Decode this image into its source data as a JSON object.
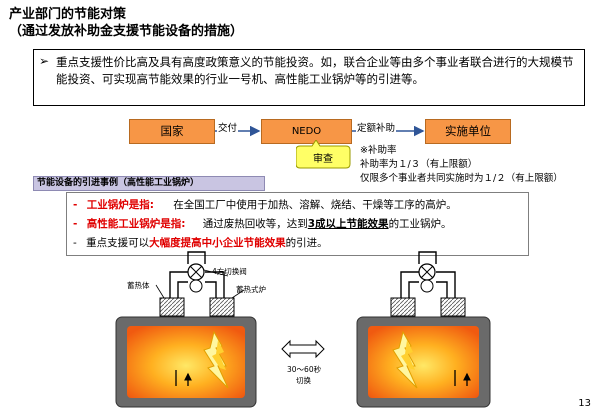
{
  "heading": {
    "title": "产业部门的节能对策",
    "subtitle": "（通过发放补助金支援节能设备的措施）"
  },
  "summary": {
    "bullet": "➢",
    "text": "重点支援性价比高及具有高度政策意义的节能投资。如，联合企业等由多个事业者联合进行的大规模节能投资、可实现高节能效果的行业一号机、高性能工业锅炉等的引进等。"
  },
  "flow": {
    "node_country": "国家",
    "label_grant": "交付",
    "node_nedo": "NEDO",
    "label_subsidy": "定额补助",
    "node_implementer": "实施单位",
    "label_review": "审查",
    "note_rate_title": "※补助率",
    "note_rate_1": "补助率为１/３（有上限额）",
    "note_rate_2": "仅限多个事业者共同实施时为１/２（有上限额）"
  },
  "example": {
    "banner": "节能设备的引进事例（高性能工业锅炉）",
    "items": [
      {
        "dash": "-",
        "term": "工业锅炉是指:",
        "desc": "在全国工厂中使用于加热、溶解、烧结、干燥等工序的高炉。"
      },
      {
        "dash": "-",
        "term": "高性能工业锅炉是指:",
        "desc_pre": "通过废热回收等，达到",
        "desc_emph": "3成以上节能效果",
        "desc_post": "的工业锅炉。"
      },
      {
        "dash": "-",
        "pre": "重点支援可以",
        "emph": "大幅度提高中小企业节能效果",
        "post": "的引进。"
      }
    ]
  },
  "diagram": {
    "label_regenerator": "蓄热体",
    "label_valve": "4方切换阀",
    "label_burner": "蓄热式炉",
    "switch_time": "30～60秒",
    "switch_label": "切换"
  },
  "page_number": "13",
  "colors": {
    "flow_orange": "#f79646",
    "review_yellow": "#ffff66",
    "banner_lavender": "#c9c5e2",
    "emphasis_red": "#e00000"
  }
}
